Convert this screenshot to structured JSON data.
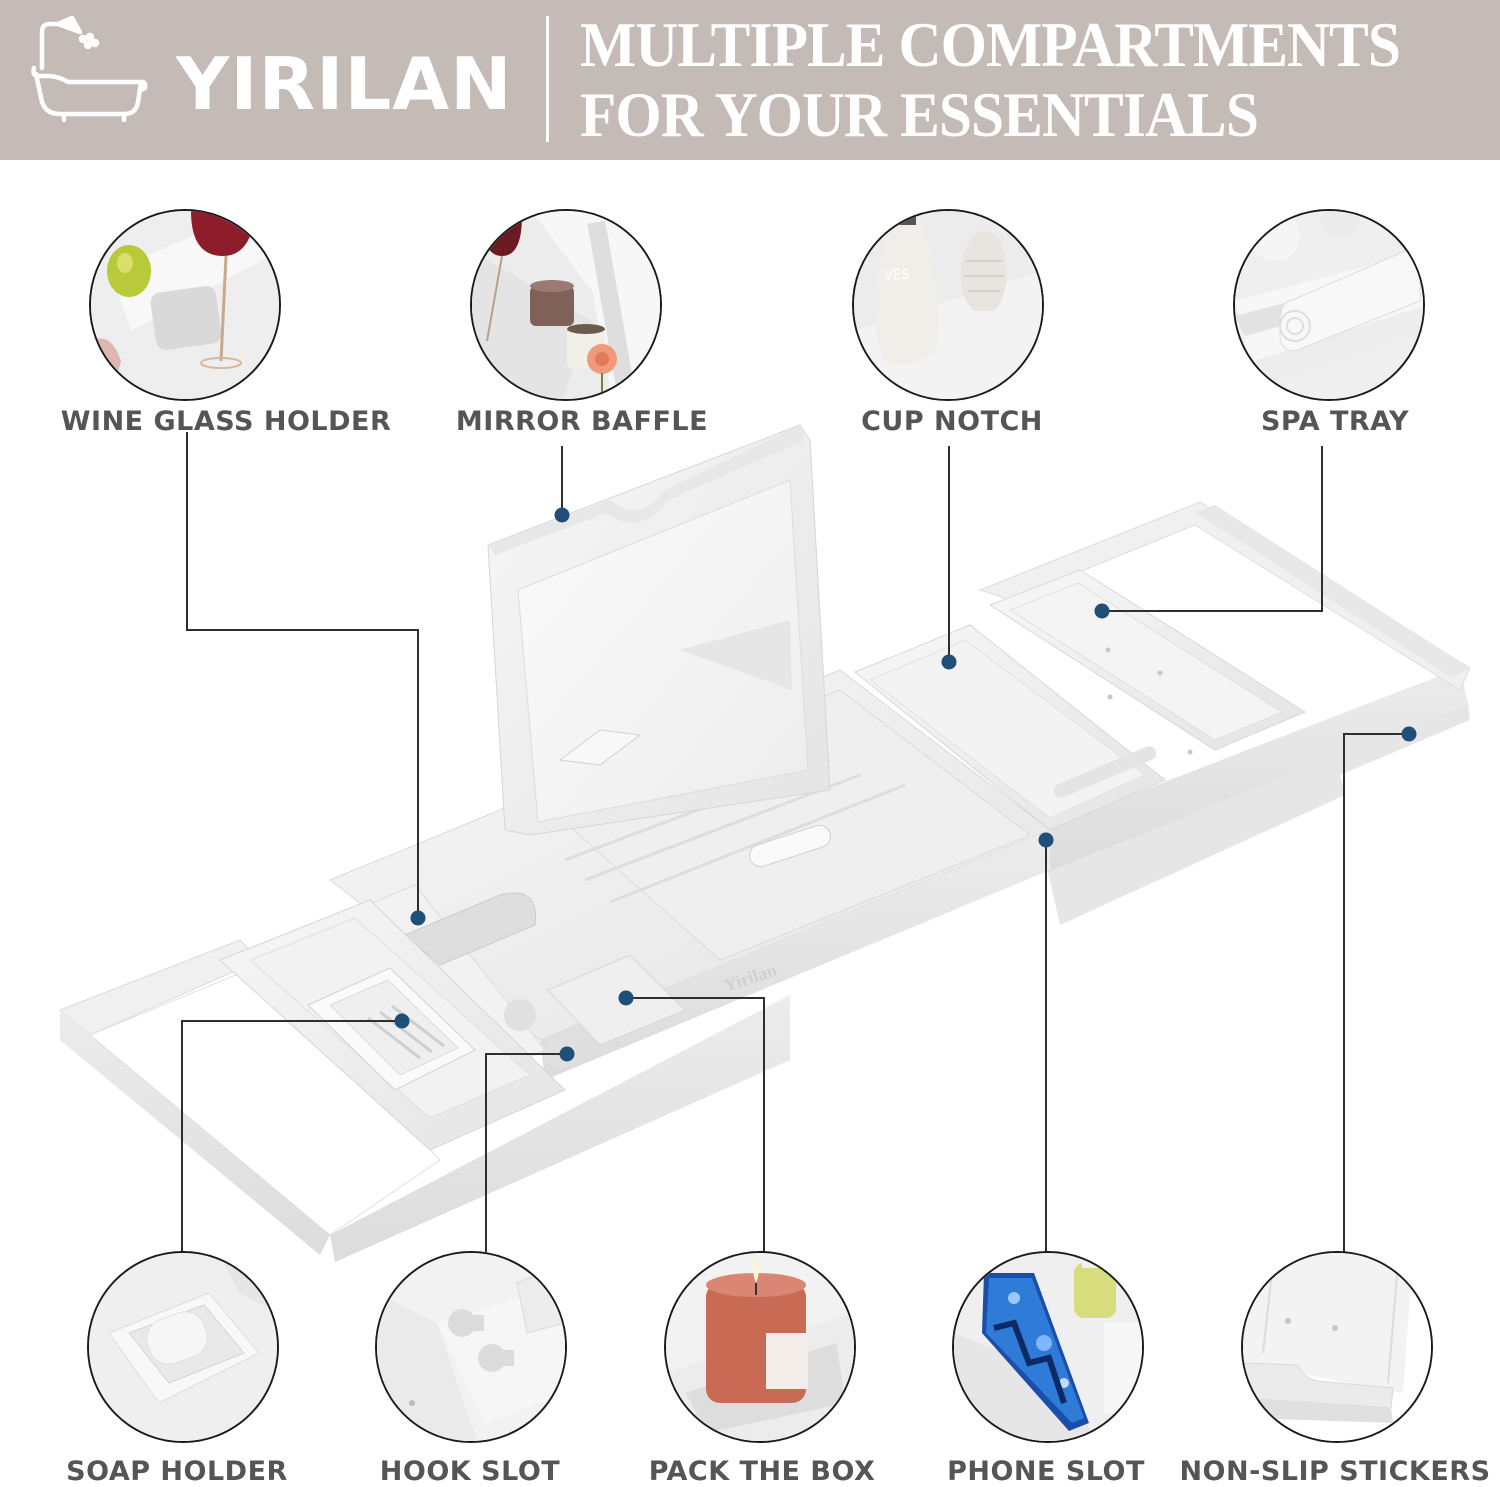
{
  "header": {
    "brand_name": "YIRILAN",
    "brand_icon": "bathtub-shower-icon",
    "headline_line1": "MULTIPLE COMPARTMENTS",
    "headline_line2": "FOR YOUR ESSENTIALS",
    "background_color": "#c4bbb6",
    "text_color": "#ffffff"
  },
  "product": {
    "name": "bathtub caddy tray",
    "engraving": "Yirilan",
    "color": "#f4f4f4"
  },
  "features_top": [
    {
      "label": "WINE GLASS HOLDER",
      "icon": "wine-glass-icon"
    },
    {
      "label": "MIRROR BAFFLE",
      "icon": "mirror-icon"
    },
    {
      "label": "CUP NOTCH",
      "icon": "cup-icon"
    },
    {
      "label": "SPA TRAY",
      "icon": "towel-icon"
    }
  ],
  "features_bottom": [
    {
      "label": "SOAP HOLDER",
      "icon": "soap-icon"
    },
    {
      "label": "HOOK SLOT",
      "icon": "hook-slot-icon"
    },
    {
      "label": "PACK THE BOX",
      "icon": "candle-icon"
    },
    {
      "label": "PHONE SLOT",
      "icon": "phone-icon"
    },
    {
      "label": "NON-SLIP STICKERS",
      "icon": "non-slip-icon"
    }
  ],
  "colors": {
    "label_text": "#555555",
    "connector_line": "#2e2e2e",
    "connector_dot": "#1f4e79",
    "circle_border": "#1a1a1a"
  }
}
